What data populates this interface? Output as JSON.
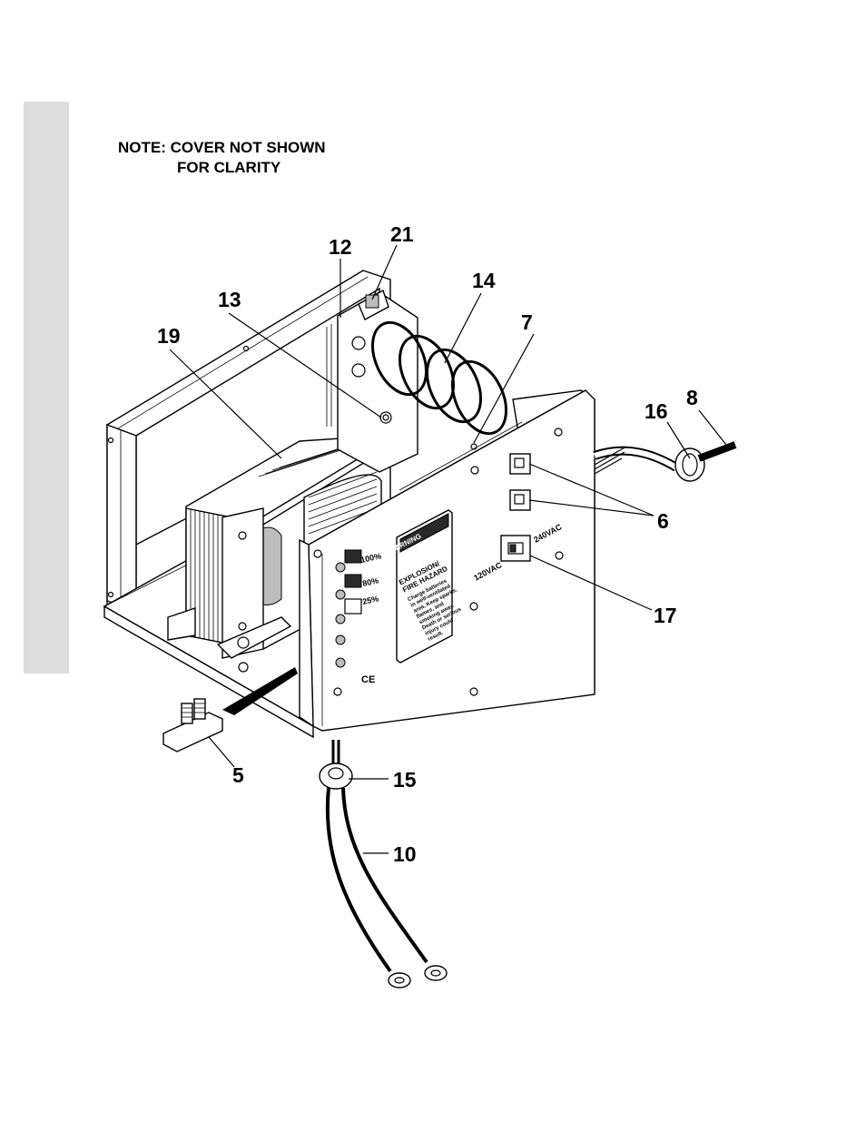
{
  "note": {
    "line1": "NOTE: COVER NOT SHOWN",
    "line2": "FOR CLARITY"
  },
  "callouts": {
    "c5": "5",
    "c6": "6",
    "c7": "7",
    "c8": "8",
    "c10": "10",
    "c12": "12",
    "c13": "13",
    "c14": "14",
    "c15": "15",
    "c16": "16",
    "c17": "17",
    "c19": "19",
    "c21": "21"
  },
  "faceplate": {
    "level_100": "100%",
    "level_80": "80%",
    "level_25": "25%",
    "ce_mark": "CE",
    "switch_120": "120VAC",
    "switch_240": "240VAC"
  },
  "warning_label": {
    "header": "WARNING",
    "line1": "EXPLOSION/",
    "line2": "FIRE HAZARD",
    "body": [
      "Charge batteries",
      "in well-ventilated",
      "area. Keep sparks,",
      "flames, and",
      "smoking away.",
      "Death or serious",
      "injury could",
      "result."
    ]
  },
  "colors": {
    "line": "#000000",
    "band": "#dcdcdc",
    "shade": "#bdbdbd"
  }
}
